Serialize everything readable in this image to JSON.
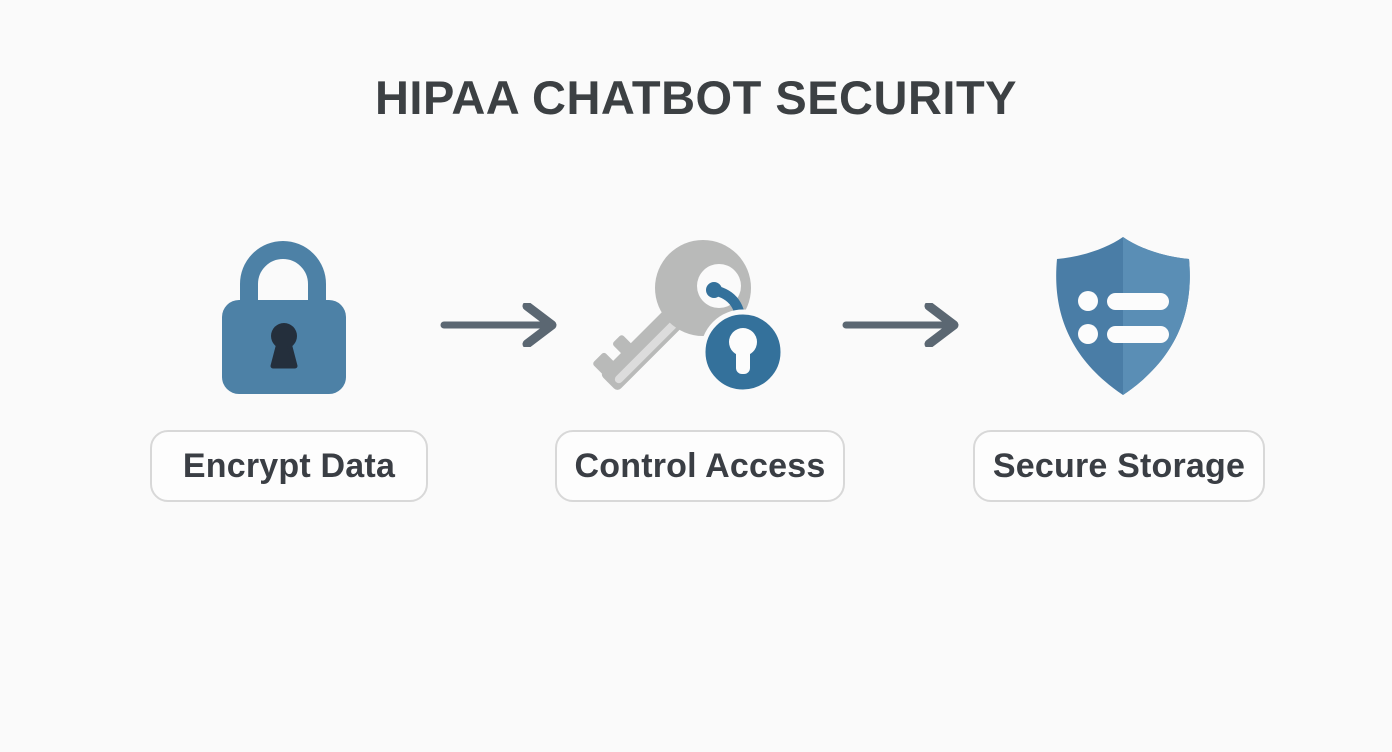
{
  "title": "HIPAA CHATBOT SECURITY",
  "diagram_type": "process-flow",
  "steps": [
    {
      "label": "Encrypt Data",
      "icon": "lock-icon"
    },
    {
      "label": "Control Access",
      "icon": "key-icon"
    },
    {
      "label": "Secure Storage",
      "icon": "shield-checklist-icon"
    }
  ],
  "connectors": [
    {
      "type": "arrow-right",
      "from": "Encrypt Data",
      "to": "Control Access"
    },
    {
      "type": "arrow-right",
      "from": "Control Access",
      "to": "Secure Storage"
    }
  ],
  "colors": {
    "background": "#fafafa",
    "title_text": "#3c4043",
    "label_text": "#3a3e44",
    "label_border": "#d8d8d8",
    "label_fill": "#fdfdfd",
    "lock_blue": "#4d81a6",
    "keyhole_dark": "#242f3c",
    "key_gray": "#b9bab9",
    "key_highlight": "#dcdcdc",
    "pendant_blue": "#34719b",
    "shield_blue_dark": "#4a7da6",
    "shield_blue_light": "#5a8eb5",
    "arrow_gray": "#5b6772"
  }
}
